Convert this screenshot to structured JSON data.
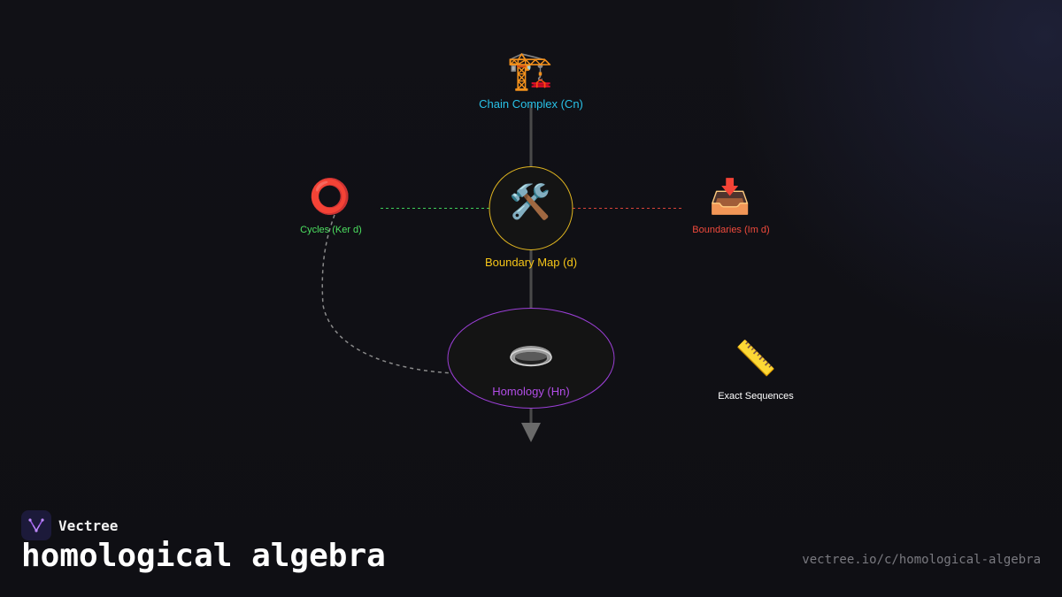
{
  "diagram": {
    "nodes": [
      {
        "id": "chain",
        "icon": "construction-crane-icon",
        "glyph": "🏗️",
        "label": "Chain Complex (Cn)",
        "color": "#29c2e8"
      },
      {
        "id": "boundary_map",
        "icon": "hammer-wrench-icon",
        "glyph": "🛠️",
        "label": "Boundary Map (d)",
        "color": "#f5c518"
      },
      {
        "id": "cycles",
        "icon": "hollow-red-circle-icon",
        "glyph": "⭕",
        "label": "Cycles (Ker d)",
        "color": "#4ce060"
      },
      {
        "id": "boundaries",
        "icon": "inbox-tray-icon",
        "glyph": "📥",
        "label": "Boundaries (Im d)",
        "color": "#f04a3c"
      },
      {
        "id": "homology",
        "icon": "torus-icon",
        "glyph": "",
        "label": "Homology (Hn)",
        "color": "#b14de6"
      },
      {
        "id": "exact",
        "icon": "ruler-icon",
        "glyph": "📏",
        "label": "Exact Sequences",
        "color": "#ffffff"
      }
    ]
  },
  "brand": {
    "name": "Vectree",
    "icon": "vectree-logo-icon"
  },
  "title": "homological algebra",
  "url": "vectree.io/c/homological-algebra"
}
